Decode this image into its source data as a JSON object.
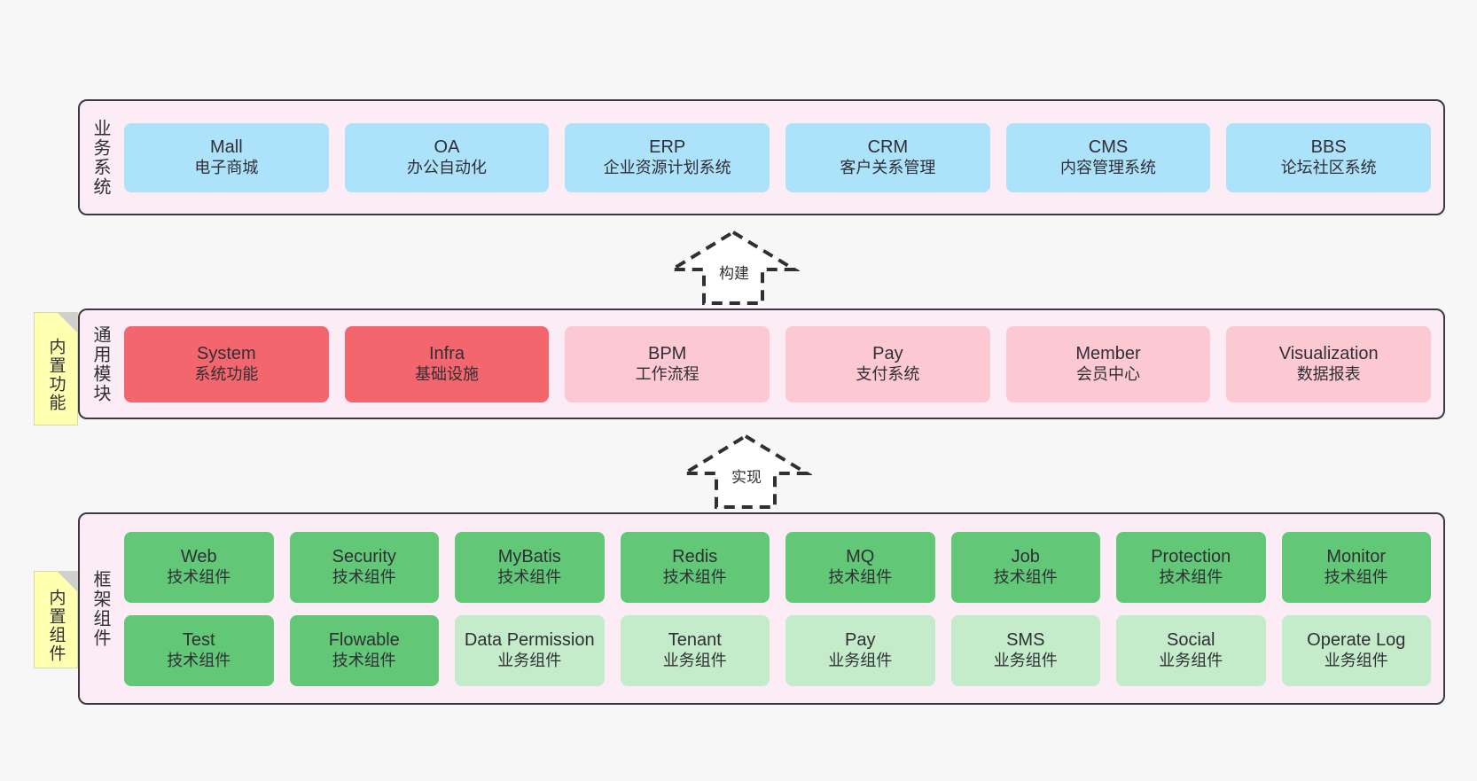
{
  "diagram": {
    "background_color": "#f7f7f7",
    "layer_bg_color": "#fbecf5",
    "layer_border_color": "#3b3a44",
    "sticky_color": "#ffffb0"
  },
  "layers": [
    {
      "id": "business-systems",
      "title": "业务系统",
      "cards": [
        {
          "name": "Mall",
          "sub": "电子商城",
          "color": "#ade2fb"
        },
        {
          "name": "OA",
          "sub": "办公自动化",
          "color": "#ade2fb"
        },
        {
          "name": "ERP",
          "sub": "企业资源计划系统",
          "color": "#ade2fb"
        },
        {
          "name": "CRM",
          "sub": "客户关系管理",
          "color": "#ade2fb"
        },
        {
          "name": "CMS",
          "sub": "内容管理系统",
          "color": "#ade2fb"
        },
        {
          "name": "BBS",
          "sub": "论坛社区系统",
          "color": "#ade2fb"
        }
      ]
    },
    {
      "id": "common-modules",
      "title": "通用模块",
      "sticky": "内置功能",
      "cards": [
        {
          "name": "System",
          "sub": "系统功能",
          "color": "#f4666e"
        },
        {
          "name": "Infra",
          "sub": "基础设施",
          "color": "#f4666e"
        },
        {
          "name": "BPM",
          "sub": "工作流程",
          "color": "#fcc9d2"
        },
        {
          "name": "Pay",
          "sub": "支付系统",
          "color": "#fcc9d2"
        },
        {
          "name": "Member",
          "sub": "会员中心",
          "color": "#fcc9d2"
        },
        {
          "name": "Visualization",
          "sub": "数据报表",
          "color": "#fcc9d2"
        }
      ]
    },
    {
      "id": "framework-components",
      "title": "框架组件",
      "sticky": "内置组件",
      "row1": [
        {
          "name": "Web",
          "sub": "技术组件",
          "color": "#62c878"
        },
        {
          "name": "Security",
          "sub": "技术组件",
          "color": "#62c878"
        },
        {
          "name": "MyBatis",
          "sub": "技术组件",
          "color": "#62c878"
        },
        {
          "name": "Redis",
          "sub": "技术组件",
          "color": "#62c878"
        },
        {
          "name": "MQ",
          "sub": "技术组件",
          "color": "#62c878"
        },
        {
          "name": "Job",
          "sub": "技术组件",
          "color": "#62c878"
        },
        {
          "name": "Protection",
          "sub": "技术组件",
          "color": "#62c878"
        },
        {
          "name": "Monitor",
          "sub": "技术组件",
          "color": "#62c878"
        }
      ],
      "row2": [
        {
          "name": "Test",
          "sub": "技术组件",
          "color": "#62c878"
        },
        {
          "name": "Flowable",
          "sub": "技术组件",
          "color": "#62c878"
        },
        {
          "name": "Data Permission",
          "sub": "业务组件",
          "color": "#c4ecca"
        },
        {
          "name": "Tenant",
          "sub": "业务组件",
          "color": "#c4ecca"
        },
        {
          "name": "Pay",
          "sub": "业务组件",
          "color": "#c4ecca"
        },
        {
          "name": "SMS",
          "sub": "业务组件",
          "color": "#c4ecca"
        },
        {
          "name": "Social",
          "sub": "业务组件",
          "color": "#c4ecca"
        },
        {
          "name": "Operate Log",
          "sub": "业务组件",
          "color": "#c4ecca"
        }
      ]
    }
  ],
  "connectors": [
    {
      "id": "build",
      "label": "构建",
      "from": "common-modules",
      "to": "business-systems"
    },
    {
      "id": "implement",
      "label": "实现",
      "from": "framework-components",
      "to": "common-modules"
    }
  ]
}
